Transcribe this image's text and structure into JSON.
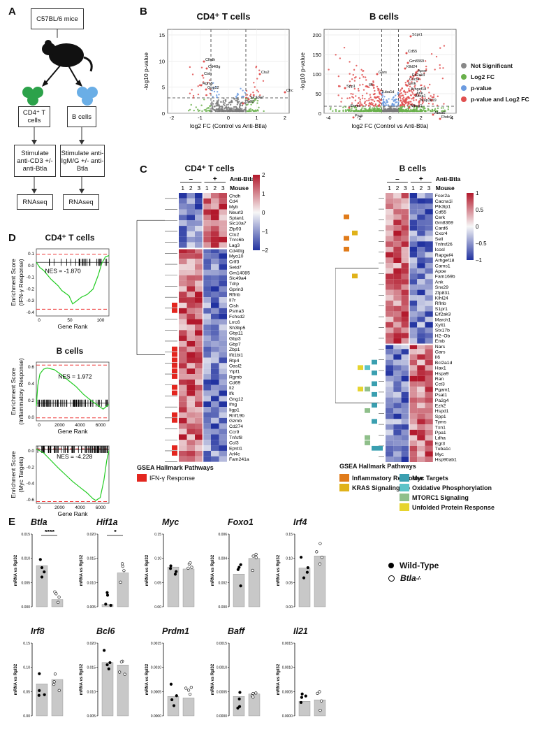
{
  "panels": {
    "A": "A",
    "B": "B",
    "C": "C",
    "D": "D",
    "E": "E"
  },
  "panelA": {
    "mice": "C57BL/6 mice",
    "cd4": "CD4⁺ T cells",
    "bcells": "B cells",
    "stim_cd4": "Stimulate anti-CD3 +/- anti-Btla",
    "stim_b": "Stimulate anti-IgM/G +/- anti-Btla",
    "rnaseq": "RNAseq"
  },
  "panelB": {
    "cd4_title": "CD4⁺ T cells",
    "b_title": "B cells",
    "xlabel": "log2 FC (Control vs Anti-Btla)",
    "ylabel": "-log10 p-value",
    "legend": [
      "Not Significant",
      "Log2 FC",
      "p-value",
      "p-value and Log2 FC"
    ],
    "legend_colors": [
      "#888888",
      "#6ab04c",
      "#6c9be0",
      "#e05050"
    ],
    "cd4_labels": [
      "Clhdh",
      "Cd40lg",
      "Cish",
      "Rgmb",
      "Gng12",
      "Ctu2",
      "Slc10a7",
      "Zfp93",
      "Chc"
    ],
    "b_labels": [
      "S1pr1",
      "Cd55",
      "Gm8369",
      "Klhl24",
      "Apoe",
      "Eif2ak3",
      "Cxcr4",
      "Cerk",
      "Arhgef18",
      "Ank",
      "Abca1",
      "Map3k19",
      "Mbcg1",
      "Spp1",
      "Il6",
      "Gars",
      "Ermn",
      "Perp",
      "Abca6",
      "Fhdc1",
      "Tuba1d"
    ],
    "cd4_xticks": [
      "-2",
      "-1",
      "0",
      "1",
      "2"
    ],
    "cd4_yticks": [
      "0",
      "5",
      "10",
      "15"
    ],
    "b_xticks": [
      "-4",
      "-2",
      "0",
      "2",
      "4"
    ],
    "b_yticks": [
      "0",
      "50",
      "100",
      "150",
      "200"
    ]
  },
  "panelC": {
    "cd4_title": "CD4⁺ T cells",
    "b_title": "B cells",
    "anti_btla": "Anti-Btla",
    "mouse": "Mouse",
    "minus": "–",
    "plus": "+",
    "reps": [
      "1",
      "2",
      "3",
      "1",
      "2",
      "3"
    ],
    "cd4_genes": [
      "Chdh",
      "Cd4",
      "Myb",
      "Neurl3",
      "Sptan1",
      "Slc10a7",
      "Zfp93",
      "Ctu2",
      "Tnrc6b",
      "Lag3",
      "Cd40lg",
      "Myo10",
      "Crlf3",
      "Setd7",
      "Gm14085",
      "Slc49a4",
      "Tdrp",
      "Gprin3",
      "Rflnb",
      "Il7r",
      "Cish",
      "Psma3",
      "Fchsd2",
      "Lrrc6",
      "Sh3bp5",
      "Gbp11",
      "Gbp3",
      "Gbp7",
      "Zbp1",
      "Ifit1bl1",
      "Rtp4",
      "Oasl2",
      "Yipf1",
      "Rgmb",
      "Cd69",
      "Il2",
      "Ifk",
      "Gng12",
      "Ifng",
      "Iigp1",
      "Rnf19b",
      "Gzmb",
      "Cd274",
      "Ccr9",
      "Tnfsf8",
      "Ccl3",
      "Epsti1",
      "Arl4c",
      "Fam241a"
    ],
    "cd4_scale": [
      "2",
      "1",
      "0",
      "–1",
      "–2"
    ],
    "b_genes": [
      "Fcer2a",
      "Cacna1i",
      "Pik3ip1",
      "Cd55",
      "Cerk",
      "Gm8369",
      "Card6",
      "Cxcr4",
      "Sell",
      "Tnfrsf26",
      "Icosl",
      "Rapgef4",
      "Arhgef18",
      "Carns1",
      "Apoe",
      "Fam169b",
      "Ank",
      "Snx29",
      "Zfp831",
      "Klhl24",
      "Rflnb",
      "S1pr1",
      "Eif2ak3",
      "March1",
      "Xylt1",
      "Stx17b",
      "H2–Ob",
      "Emb",
      "Nars",
      "Gars",
      "Il6",
      "Bcl2a1d",
      "Hax1",
      "Hspa9",
      "Ran",
      "Cct3",
      "Pgam1",
      "Psat1",
      "Pa2g4",
      "Ezh2",
      "Hspd1",
      "Spp1",
      "Tyms",
      "Txn1",
      "Ppa1",
      "Ldha",
      "Egr3",
      "Tuba1c",
      "Myc",
      "Hsp90ab1"
    ],
    "b_scale": [
      "1",
      "0.5",
      "0",
      "–0.5",
      "–1"
    ],
    "gsea_title": "GSEA Hallmark Pathways",
    "cd4_pathway": "IFN-γ Response",
    "b_pathways": [
      "Inflammatory Response",
      "KRAS Signaling Up",
      "Myc Targets",
      "Oxidative Phosphorylation",
      "MTORC1 Signaling",
      "Unfolded Protein Response"
    ],
    "pathway_colors": {
      "ifng": "#e3261f",
      "inflam": "#e07b1a",
      "kras": "#e0b21a",
      "myc": "#3a9fb0",
      "oxphos": "#5cc3c8",
      "mtorc1": "#8fbf8a",
      "upr": "#e6d42e"
    }
  },
  "panelD": {
    "cd4_title": "CD4⁺ T cells",
    "b_title": "B cells",
    "cd4_ylabel": "Enrichment Score (IFN-γ Response)",
    "b1_ylabel": "Enrichment Score (Inflammatory Response)",
    "b2_ylabel": "Enrichment Score (Myc Targets)",
    "xlabel": "Gene Rank",
    "nes_cd4": "NES = -1.870",
    "nes_b1": "NES = 1.972",
    "nes_b2": "NES = -4.228",
    "cd4_yticks": [
      "0.1",
      "0.0",
      "-0.1",
      "-0.2",
      "-0.3",
      "-0.4"
    ],
    "cd4_xticks": [
      "0",
      "50",
      "100"
    ],
    "b1_yticks": [
      "0.6",
      "0.4",
      "0.2",
      "0.0"
    ],
    "b_xticks": [
      "0",
      "2000",
      "4000",
      "6000"
    ],
    "b2_yticks": [
      "0.0",
      "-0.2",
      "-0.4",
      "-0.6"
    ]
  },
  "panelE": {
    "ylabel_prefix": "mRNA vs ",
    "ylabel_gene": "Rpl32",
    "legend_wt": "Wild-Type",
    "legend_ko": "Btla",
    "legend_ko_sup": "-/-",
    "genes": [
      {
        "name": "Btla",
        "max": "0.015",
        "mid": "0.010",
        "low": "0.005",
        "zero": "0.000",
        "wt": 0.0085,
        "ko": 0.0015,
        "sig": "****"
      },
      {
        "name": "Hif1a",
        "max": "0.020",
        "mid": "0.015",
        "low": "0.010",
        "zero": "0.005",
        "wt": 0.0055,
        "ko": 0.012,
        "sig": "*"
      },
      {
        "name": "Myc",
        "max": "0.15",
        "mid": "0.10",
        "low": "0.05",
        "zero": "0.00",
        "wt": 0.082,
        "ko": 0.078,
        "sig": ""
      },
      {
        "name": "Foxo1",
        "max": "0.006",
        "mid": "0.004",
        "low": "0.002",
        "zero": "0.000",
        "wt": 0.0027,
        "ko": 0.004,
        "sig": ""
      },
      {
        "name": "Irf4",
        "max": "0.15",
        "mid": "0.10",
        "low": "0.05",
        "zero": "0.00",
        "wt": 0.08,
        "ko": 0.105,
        "sig": ""
      },
      {
        "name": "Irf8",
        "max": "0.15",
        "mid": "0.10",
        "low": "0.05",
        "zero": "0.00",
        "wt": 0.066,
        "ko": 0.075,
        "sig": ""
      },
      {
        "name": "Bcl6",
        "max": "0.020",
        "mid": "0.015",
        "low": "0.010",
        "zero": "0.005",
        "wt": 0.016,
        "ko": 0.0155,
        "sig": ""
      },
      {
        "name": "Prdm1",
        "max": "0.0015",
        "mid": "0.0010",
        "low": "0.0005",
        "zero": "0.0000",
        "wt": 0.0004,
        "ko": 0.00037,
        "sig": ""
      },
      {
        "name": "Baff",
        "max": "0.0015",
        "mid": "0.0010",
        "low": "0.0005",
        "zero": "0.0000",
        "wt": 0.0004,
        "ko": 0.00045,
        "sig": ""
      },
      {
        "name": "Il21",
        "max": "0.0015",
        "mid": "0.0010",
        "low": "0.0005",
        "zero": "0.0000",
        "wt": 0.0003,
        "ko": 0.00033,
        "sig": ""
      }
    ]
  }
}
